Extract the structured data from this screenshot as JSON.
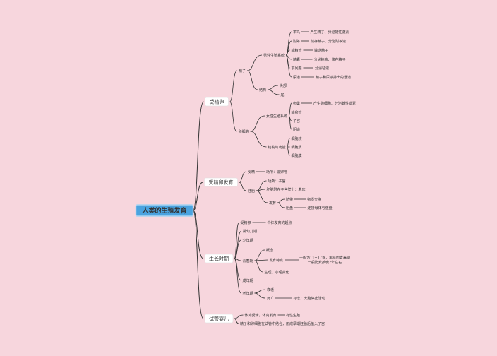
{
  "root": {
    "id": "root",
    "label": "人类的生殖发育",
    "fill": "#4aa3df",
    "stroke": "#2f86c4"
  },
  "colors": {
    "line": "#333333",
    "branch_box": "#ffffff",
    "text": "#333333",
    "background": "#f7d6dd"
  },
  "nodes": [
    {
      "id": "b1",
      "label": "受精卵",
      "level": 1,
      "parent": "root"
    },
    {
      "id": "b2",
      "label": "受精卵发育",
      "level": 1,
      "parent": "root"
    },
    {
      "id": "b3",
      "label": "生长时期",
      "level": 1,
      "parent": "root"
    },
    {
      "id": "b4",
      "label": "试管婴儿",
      "level": 1,
      "parent": "root"
    },
    {
      "id": "n_jz",
      "label": "精子",
      "level": 2,
      "parent": "b1"
    },
    {
      "id": "n_lxb",
      "label": "卵细胞",
      "level": 2,
      "parent": "b1"
    },
    {
      "id": "n_nan",
      "label": "男性生殖系统",
      "level": 3,
      "parent": "n_jz"
    },
    {
      "id": "n_gw",
      "label": "睾丸",
      "level": 4,
      "parent": "n_nan"
    },
    {
      "id": "n_gw_d",
      "label": "产生精子、分泌雄性激素",
      "level": 5,
      "parent": "n_gw"
    },
    {
      "id": "n_fg",
      "label": "附睾",
      "level": 4,
      "parent": "n_nan"
    },
    {
      "id": "n_fg_d",
      "label": "储存精子、分泌附睾液",
      "level": 5,
      "parent": "n_fg"
    },
    {
      "id": "n_sjg",
      "label": "输精管",
      "level": 4,
      "parent": "n_nan"
    },
    {
      "id": "n_sjg_d",
      "label": "输送精子",
      "level": 5,
      "parent": "n_sjg"
    },
    {
      "id": "n_jn",
      "label": "精囊",
      "level": 4,
      "parent": "n_nan"
    },
    {
      "id": "n_jn_d",
      "label": "分泌粘液、储存精子",
      "level": 5,
      "parent": "n_jn"
    },
    {
      "id": "n_qlx",
      "label": "前列腺",
      "level": 4,
      "parent": "n_nan"
    },
    {
      "id": "n_qlx_d",
      "label": "分泌粘液",
      "level": 5,
      "parent": "n_qlx"
    },
    {
      "id": "n_nd",
      "label": "尿道",
      "level": 4,
      "parent": "n_nan"
    },
    {
      "id": "n_nd_d",
      "label": "精子和尿液排出的通道",
      "level": 5,
      "parent": "n_nd"
    },
    {
      "id": "n_jg",
      "label": "结构",
      "level": 3,
      "parent": "n_jz"
    },
    {
      "id": "n_tb",
      "label": "头部",
      "level": 4,
      "parent": "n_jg"
    },
    {
      "id": "n_wei",
      "label": "尾",
      "level": 4,
      "parent": "n_jg"
    },
    {
      "id": "n_nv",
      "label": "女性生殖系统",
      "level": 3,
      "parent": "n_lxb"
    },
    {
      "id": "n_lc",
      "label": "卵巢",
      "level": 4,
      "parent": "n_nv"
    },
    {
      "id": "n_lc_d",
      "label": "产生卵细胞、分泌雌性激素",
      "level": 5,
      "parent": "n_lc"
    },
    {
      "id": "n_slg",
      "label": "输卵管",
      "level": 4,
      "parent": "n_nv"
    },
    {
      "id": "n_zg",
      "label": "子宫",
      "level": 4,
      "parent": "n_nv"
    },
    {
      "id": "n_yd",
      "label": "阴道",
      "level": 4,
      "parent": "n_nv"
    },
    {
      "id": "n_jgyg",
      "label": "结构与功能",
      "level": 3,
      "parent": "n_lxb"
    },
    {
      "id": "n_xbm",
      "label": "细胞核",
      "level": 4,
      "parent": "n_jgyg"
    },
    {
      "id": "n_xbz",
      "label": "细胞质",
      "level": 4,
      "parent": "n_jgyg"
    },
    {
      "id": "n_xbmo",
      "label": "细胞膜",
      "level": 4,
      "parent": "n_jgyg"
    },
    {
      "id": "n_sj",
      "label": "受精",
      "level": 2,
      "parent": "b2"
    },
    {
      "id": "n_sj_d",
      "label": "场所：输卵管",
      "level": 3,
      "parent": "n_sj"
    },
    {
      "id": "n_pt",
      "label": "胚胎",
      "level": 2,
      "parent": "b2"
    },
    {
      "id": "n_pt_cs",
      "label": "场所：子宫",
      "level": 3,
      "parent": "n_pt"
    },
    {
      "id": "n_pt_zc",
      "label": "胚胞附在子宫壁上：着床",
      "level": 3,
      "parent": "n_pt"
    },
    {
      "id": "n_fy",
      "label": "发育",
      "level": 3,
      "parent": "n_pt"
    },
    {
      "id": "n_qd",
      "label": "脐带",
      "level": 4,
      "parent": "n_fy"
    },
    {
      "id": "n_qd_d",
      "label": "物质交换",
      "level": 5,
      "parent": "n_qd"
    },
    {
      "id": "n_tp",
      "label": "胎盘",
      "level": 4,
      "parent": "n_fy"
    },
    {
      "id": "n_tp_d",
      "label": "连接母体与胚盘",
      "level": 5,
      "parent": "n_tp"
    },
    {
      "id": "n_sjl",
      "label": "受精卵",
      "level": 2,
      "parent": "b3"
    },
    {
      "id": "n_sjl_d",
      "label": "个体发育的起点",
      "level": 3,
      "parent": "n_sjl"
    },
    {
      "id": "n_ye",
      "label": "婴幼儿期",
      "level": 2,
      "parent": "b3"
    },
    {
      "id": "n_sn",
      "label": "少年期",
      "level": 2,
      "parent": "b3"
    },
    {
      "id": "n_qc",
      "label": "青春期",
      "level": 2,
      "parent": "b3"
    },
    {
      "id": "n_gn",
      "label": "概念",
      "level": 3,
      "parent": "n_qc"
    },
    {
      "id": "n_fytd",
      "label": "发育特点",
      "level": 3,
      "parent": "n_qc"
    },
    {
      "id": "n_fytd_d",
      "label": "一般为11~17岁，男孩的青春期\n一般比女孩晚2年左右",
      "level": 4,
      "parent": "n_fytd"
    },
    {
      "id": "n_sl",
      "label": "生理、心理变化",
      "level": 3,
      "parent": "n_qc"
    },
    {
      "id": "n_cn",
      "label": "成年期",
      "level": 2,
      "parent": "b3"
    },
    {
      "id": "n_ln",
      "label": "老年期",
      "level": 2,
      "parent": "b3"
    },
    {
      "id": "n_sl2",
      "label": "衰老",
      "level": 3,
      "parent": "n_ln"
    },
    {
      "id": "n_sw",
      "label": "死亡",
      "level": 3,
      "parent": "n_ln"
    },
    {
      "id": "n_sw_d",
      "label": "标志：大脑停止活动",
      "level": 4,
      "parent": "n_sw"
    },
    {
      "id": "n_tw",
      "label": "体外受精，体内发育",
      "level": 2,
      "parent": "b4"
    },
    {
      "id": "n_tw_d",
      "label": "有性生殖",
      "level": 3,
      "parent": "n_tw"
    },
    {
      "id": "n_sg",
      "label": "精子和卵细胞在试管中结合，形成早期胚胎后植入子宫",
      "level": 2,
      "parent": "b4"
    }
  ]
}
